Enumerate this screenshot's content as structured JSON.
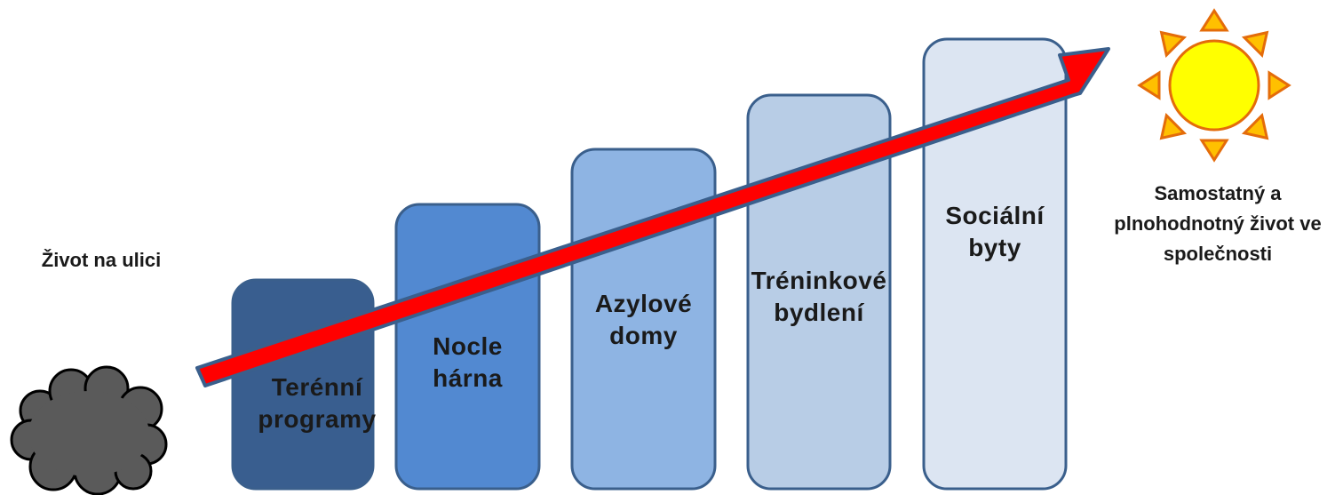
{
  "start": {
    "label": "Život na ulici",
    "icon": "dark-cloud-icon"
  },
  "goal": {
    "label": "Samostatný a\nplnohodnotný život ve\nspolečnosti",
    "icon": "sun-icon"
  },
  "steps": [
    {
      "label": "Terénní\nprogramy",
      "color": "#395E8F"
    },
    {
      "label": "Nocle\nhárna",
      "color": "#5289D1"
    },
    {
      "label": "Azylové\ndomy",
      "color": "#8EB4E3"
    },
    {
      "label": "Tréninkové\nbydlení",
      "color": "#B8CDE6"
    },
    {
      "label": "Sociální\nbyty",
      "color": "#DCE5F2"
    }
  ],
  "colors": {
    "box_border": "#3A5F8C",
    "arrow_fill": "#FF0000",
    "arrow_border": "#3A5F8C",
    "cloud_fill": "#5A5A5A",
    "sun_fill": "#FFFF00",
    "sun_ray": "#FFC000",
    "sun_border": "#E46C0A"
  }
}
